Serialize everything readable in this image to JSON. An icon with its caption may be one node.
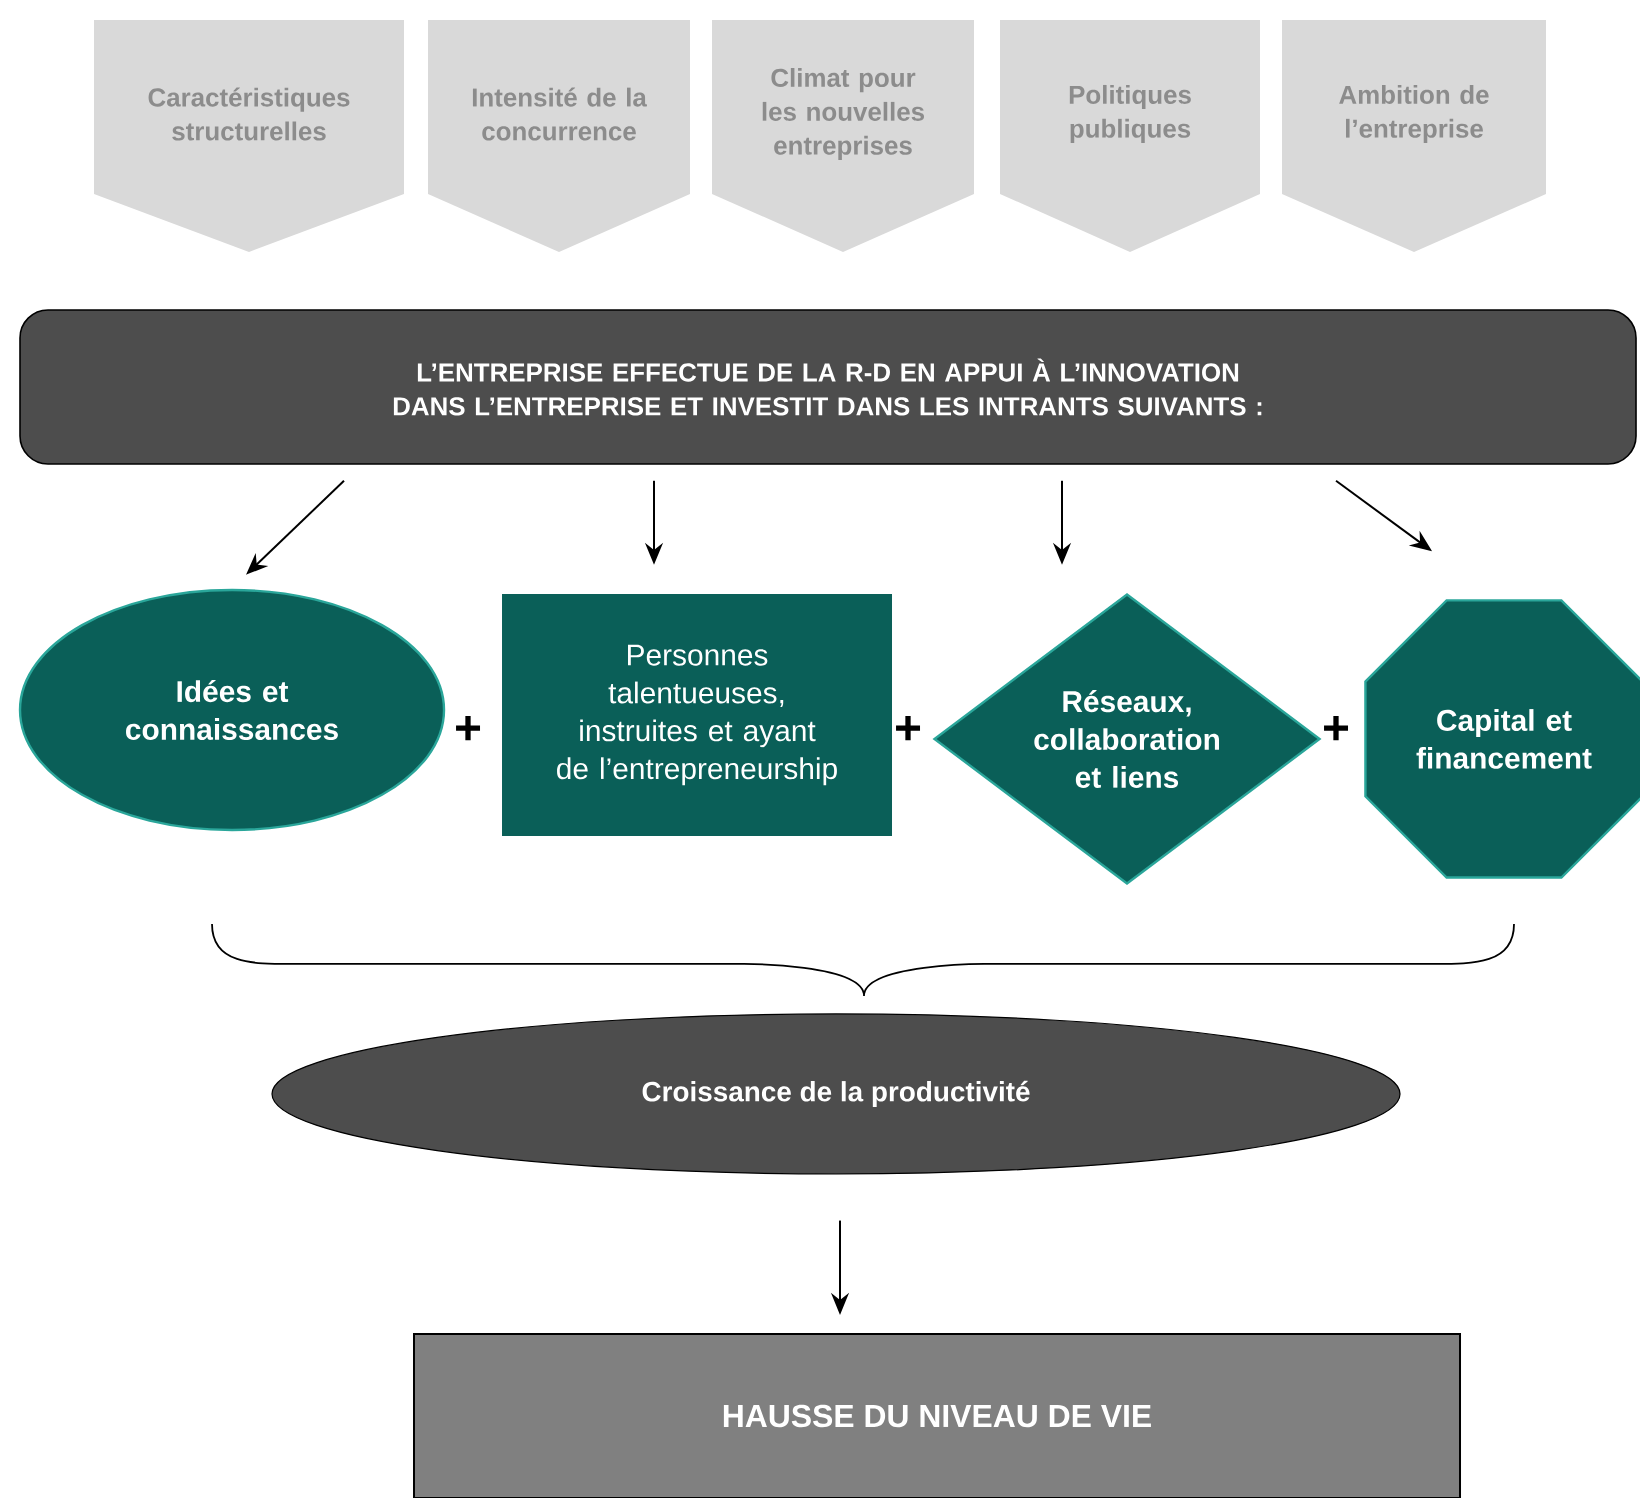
{
  "diagram": {
    "nodes": [
      {
        "text": [
          "Caractéristiques structurelles"
        ]
      },
      {
        "text": [
          "Intensité de la concurrence"
        ]
      },
      {
        "text": [
          "Climat pour les nouvelles entreprises"
        ]
      },
      {
        "text": [
          "Politiques publiques"
        ]
      },
      {
        "text": [
          "Ambition de l’entreprise"
        ]
      },
      {
        "text": [
          "L’ENTREPRISE EFFECTUE DE LA R-D EN APPUI À L’INNOVATION DANS L’ENTREPRISE ET INVESTIT DANS LES INTRANTS SUIVANTS :"
        ]
      },
      {
        "text": [
          "Idées et connaissances"
        ]
      },
      {
        "text": [
          "Personnes talentueuses, instruites et ayant de l’entrepreneurship"
        ]
      },
      {
        "text": [
          "Réseaux, collaboration et liens"
        ]
      },
      {
        "text": [
          "Capital et financement"
        ]
      },
      {
        "text": [
          "Croissance de la productivité"
        ]
      },
      {
        "text": [
          "HAUSSE DU NIVEAU DE VIE"
        ]
      }
    ],
    "edges": [
      {
        "from": 5,
        "to": 6,
        "arrow": "to"
      },
      {
        "from": 5,
        "to": 7,
        "arrow": "to"
      },
      {
        "from": 5,
        "to": 8,
        "arrow": "to"
      },
      {
        "from": 5,
        "to": 9,
        "arrow": "to"
      },
      {
        "from": 10,
        "to": 11,
        "arrow": "to"
      }
    ],
    "labels": [
      "+",
      "+",
      "+"
    ]
  }
}
